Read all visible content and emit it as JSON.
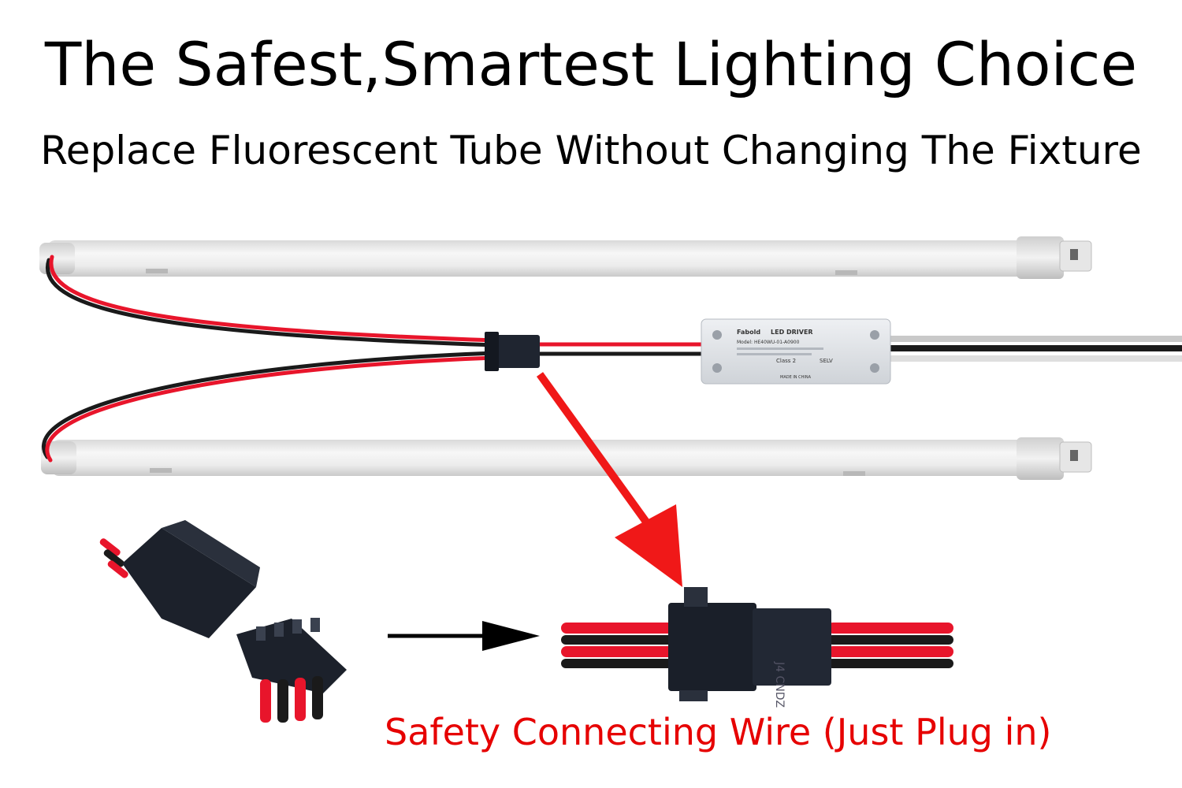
{
  "headline": "The Safest,Smartest Lighting Choice",
  "subheadline": "Replace Fluorescent Tube Without Changing The Fixture",
  "caption": "Safety Connecting Wire (Just Plug in)",
  "driver_label": {
    "brand": "Fabold",
    "title": "LED DRIVER",
    "model": "Model: HE40WU-01-A0900",
    "class": "Class 2",
    "selv": "SELV",
    "origin": "MADE IN CHINA"
  },
  "connector_marking": "J4 CNDZ",
  "colors": {
    "wire_red": "#e8152b",
    "wire_black": "#1a1a1a",
    "arrow_red": "#f01818",
    "tube": "#ededed",
    "driver": "#e4e6ea",
    "caption": "#e60000"
  }
}
